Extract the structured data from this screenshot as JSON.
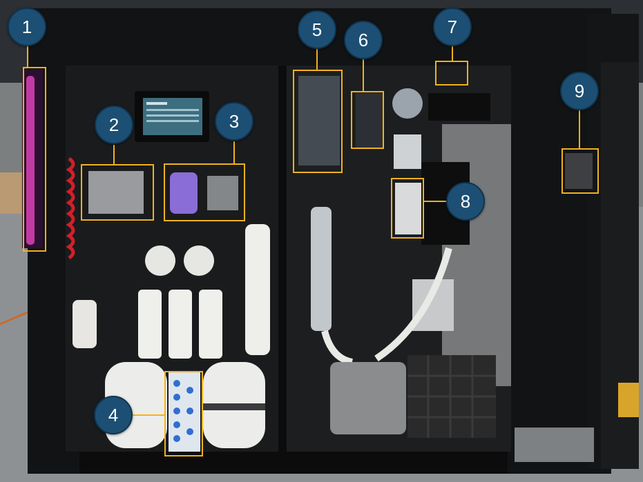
{
  "markers": [
    {
      "id": "marker-1",
      "label": "1"
    },
    {
      "id": "marker-2",
      "label": "2"
    },
    {
      "id": "marker-3",
      "label": "3"
    },
    {
      "id": "marker-4",
      "label": "4"
    },
    {
      "id": "marker-5",
      "label": "5"
    },
    {
      "id": "marker-6",
      "label": "6"
    },
    {
      "id": "marker-7",
      "label": "7"
    },
    {
      "id": "marker-8",
      "label": "8"
    },
    {
      "id": "marker-9",
      "label": "9"
    }
  ],
  "colors": {
    "marker_fill": "#1c4f73",
    "highlight": "#f2b21c",
    "frame": "#111213",
    "pegboard": "#1a1b1d",
    "uv_lamp": "#c23aa3"
  },
  "icons": [
    "control-screen-icon",
    "filter-housing-icon",
    "pressure-tank-icon",
    "crate-icon"
  ]
}
